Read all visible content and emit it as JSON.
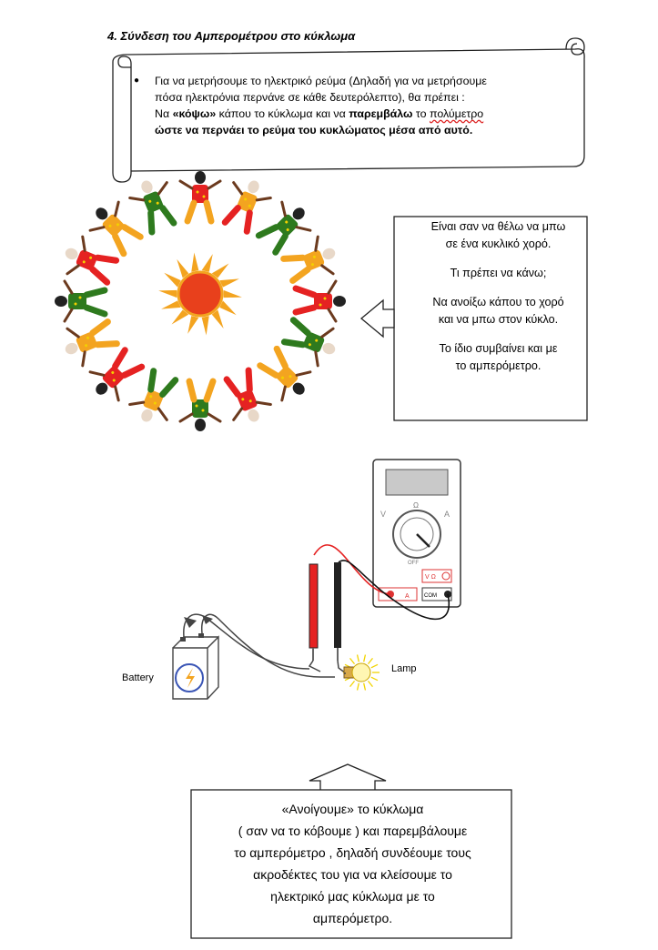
{
  "heading": "4.  Σύνδεση του Αμπερομέτρου  στο κύκλωμα",
  "scroll": {
    "line1": "Για να μετρήσουμε  το ηλεκτρικό ρεύμα (Δηλαδή για να μετρήσουμε",
    "line2": "πόσα ηλεκτρόνια περνάνε σε κάθε δευτερόλεπτο), θα πρέπει :",
    "line3_a": "Να ",
    "line3_b": "«κόψω»",
    "line3_c": " κάπου το κύκλωμα  και  να ",
    "line3_d": "παρεμβάλω",
    "line3_e": " το ",
    "line3_f": "πολύμετρο",
    "line4": "ώστε να περνάει το ρεύμα του κυκλώματος μέσα από αυτό."
  },
  "callout1": {
    "p1_l1": "Είναι σαν να θέλω να μπω",
    "p1_l2": "σε ένα κυκλικό χορό.",
    "p2": "Τι πρέπει να κάνω;",
    "p3_l1": "Να ανοίξω κάπου το χορό",
    "p3_l2": "και να μπω στον κύκλο.",
    "p4_l1": "Το ίδιο συμβαίνει και με",
    "p4_l2": "το αμπερόμετρο."
  },
  "circuit": {
    "battery_label": "Battery",
    "lamp_label": "Lamp",
    "meter_off": "OFF",
    "meter_com": "COM",
    "meter_ohm": "Ω",
    "meter_va": "V Ω",
    "meter_a": "A"
  },
  "callout2": {
    "l1": "«Ανοίγουμε» το κύκλωμα",
    "l2": "( σαν να το κόβουμε ) και παρεμβάλουμε",
    "l3": "το αμπερόμετρο , δηλαδή συνδέουμε τους",
    "l4": "ακροδέκτες του για να κλείσουμε το",
    "l5": "ηλεκτρικό μας κύκλωμα με το",
    "l6": "αμπερόμετρο."
  },
  "colors": {
    "red": "#e52222",
    "green": "#2e7a1e",
    "orange": "#f3a420",
    "sun": "#f27a10"
  }
}
